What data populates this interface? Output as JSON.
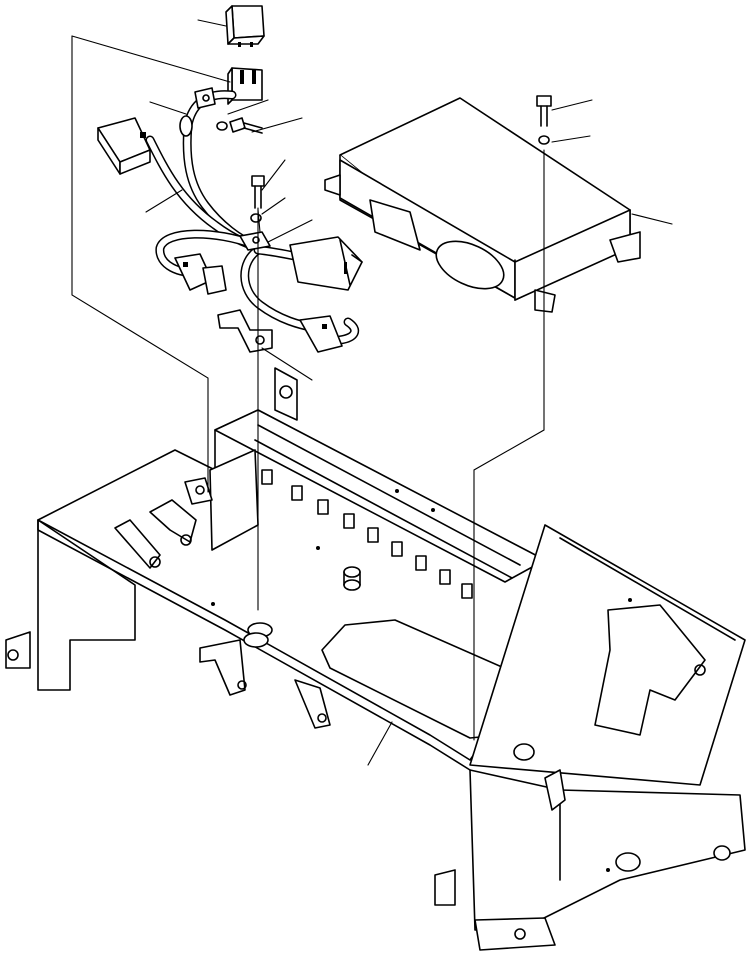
{
  "figure": {
    "kind": "exploded-parts-diagram",
    "parts": [
      {
        "id": "relay",
        "icon": "relay-icon"
      },
      {
        "id": "relay-socket",
        "icon": "socket-icon"
      },
      {
        "id": "wiring-harness",
        "icon": "harness-icon"
      },
      {
        "id": "harness-connector-large",
        "icon": "connector-icon"
      },
      {
        "id": "harness-connector-small",
        "icon": "connector-icon"
      },
      {
        "id": "washer",
        "icon": "washer-icon"
      },
      {
        "id": "bolt",
        "icon": "bolt-icon"
      },
      {
        "id": "controller-box",
        "icon": "controller-icon"
      },
      {
        "id": "mounting-bracket",
        "icon": "bracket-icon"
      },
      {
        "id": "clamp",
        "icon": "clamp-icon"
      },
      {
        "id": "frame-panel",
        "icon": "frame-icon"
      }
    ],
    "leader_count": 13,
    "line_color": "#000000",
    "background_color": "#ffffff"
  }
}
